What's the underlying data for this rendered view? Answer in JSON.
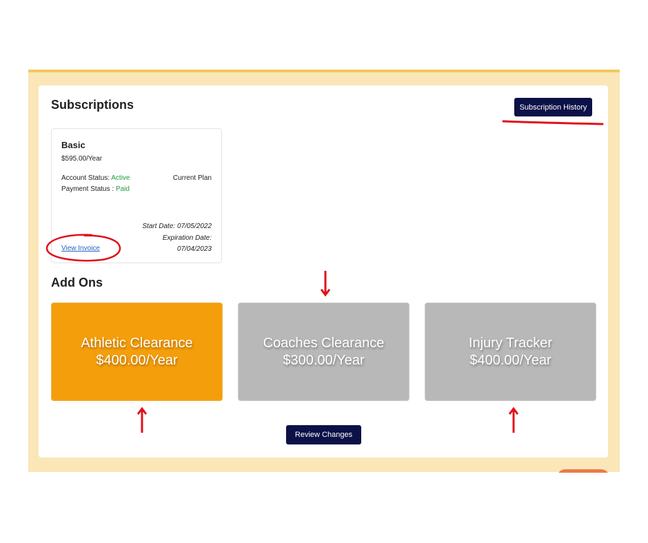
{
  "header": {
    "title": "Subscriptions",
    "history_button": "Subscription History"
  },
  "plan": {
    "name": "Basic",
    "price": "$595.00/Year",
    "account_status_label": "Account Status: ",
    "account_status_value": "Active",
    "payment_status_label": "Payment Status : ",
    "payment_status_value": "Paid",
    "current_plan": "Current Plan",
    "start_date": "Start Date: 07/05/2022",
    "expiration_label": "Expiration Date:",
    "expiration_date": "07/04/2023",
    "view_invoice": "View Invoice"
  },
  "addons": {
    "title": "Add Ons",
    "items": [
      {
        "name": "Athletic Clearance",
        "price": "$400.00/Year",
        "selected": true
      },
      {
        "name": "Coaches Clearance",
        "price": "$300.00/Year",
        "selected": false
      },
      {
        "name": "Injury Tracker",
        "price": "$400.00/Year",
        "selected": false
      }
    ]
  },
  "footer": {
    "review_button": "Review Changes"
  },
  "colors": {
    "navy": "#0c1147",
    "selected_tile": "#f59e0b",
    "unselected_tile": "#b8b8b8",
    "status_green": "#1c9c3f",
    "frame_background": "#fbe6b7",
    "annotation_red": "#e0111b"
  }
}
